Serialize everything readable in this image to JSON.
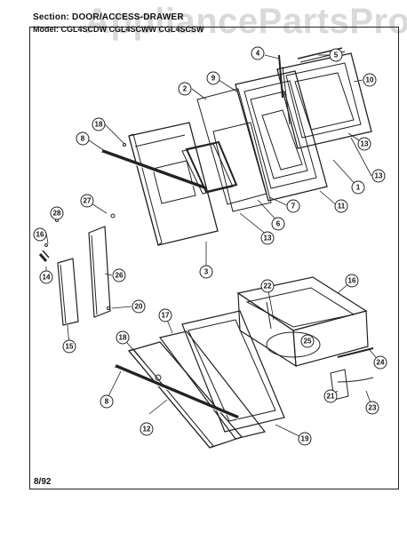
{
  "header": {
    "section": "Section: DOOR/ACCESS-DRAWER",
    "model": "Model: CGL4SCDW   CGL4SCWW   CGL4SCSW"
  },
  "watermark": "AppliancePartsPros.com",
  "footer": {
    "date": "8/92"
  },
  "callouts": [
    "1",
    "2",
    "3",
    "4",
    "5",
    "6",
    "7",
    "8",
    "9",
    "10",
    "11",
    "12",
    "13",
    "14",
    "15",
    "16",
    "17",
    "18",
    "19",
    "20",
    "21",
    "22",
    "23",
    "24",
    "25",
    "26",
    "27",
    "28"
  ]
}
